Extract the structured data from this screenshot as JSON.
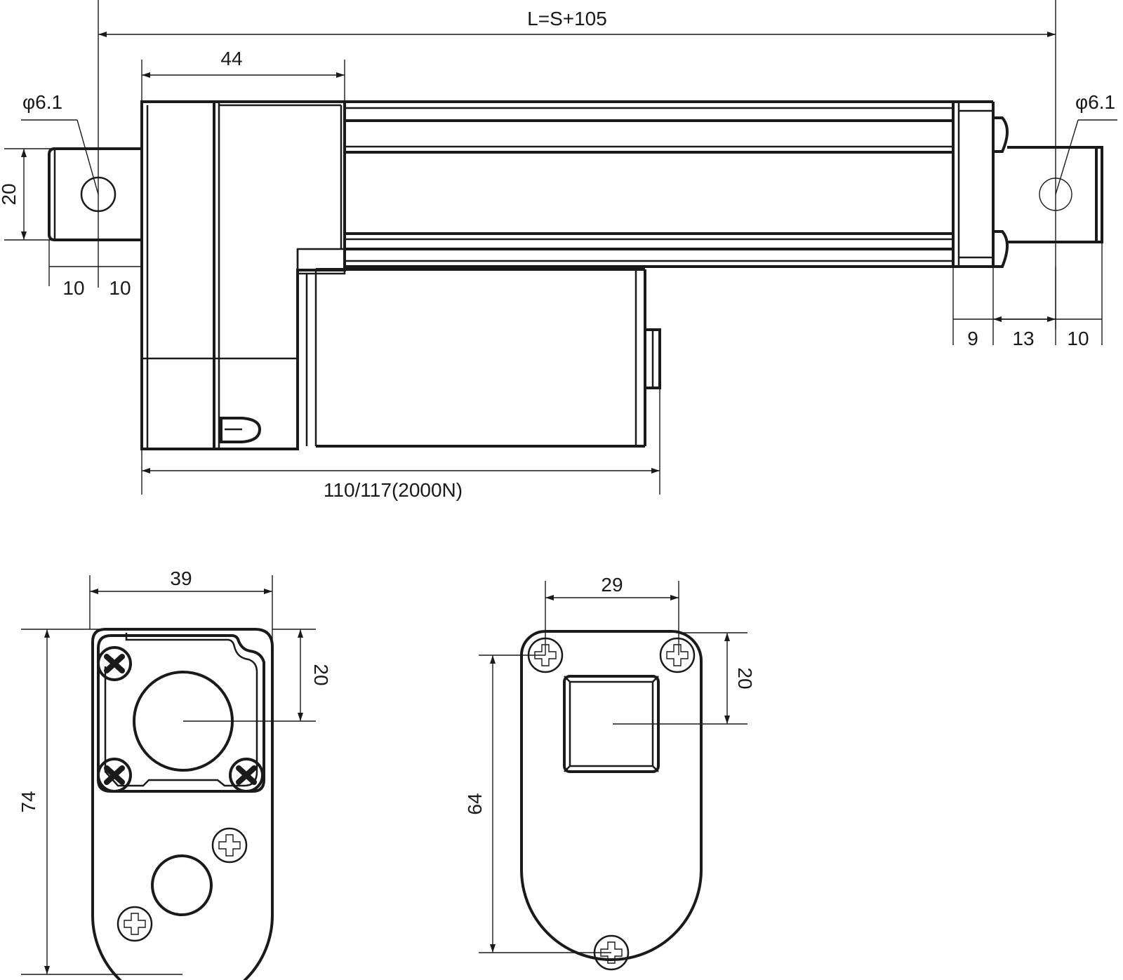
{
  "dimensions": {
    "overall_length": "L=S+105",
    "housing_width": "44",
    "rear_hole_dia": "φ6.1",
    "front_hole_dia": "φ6.1",
    "clevis_height": "20",
    "rear_offset_a": "10",
    "rear_offset_b": "10",
    "front_offset_a": "9",
    "front_offset_b": "13",
    "front_offset_c": "10",
    "motor_length": "110/117(2000N)",
    "end_view_width": "39",
    "end_view_height": "74",
    "end_view_center": "20",
    "front_view_holes": "29",
    "front_view_height": "64",
    "front_view_center": "20"
  }
}
